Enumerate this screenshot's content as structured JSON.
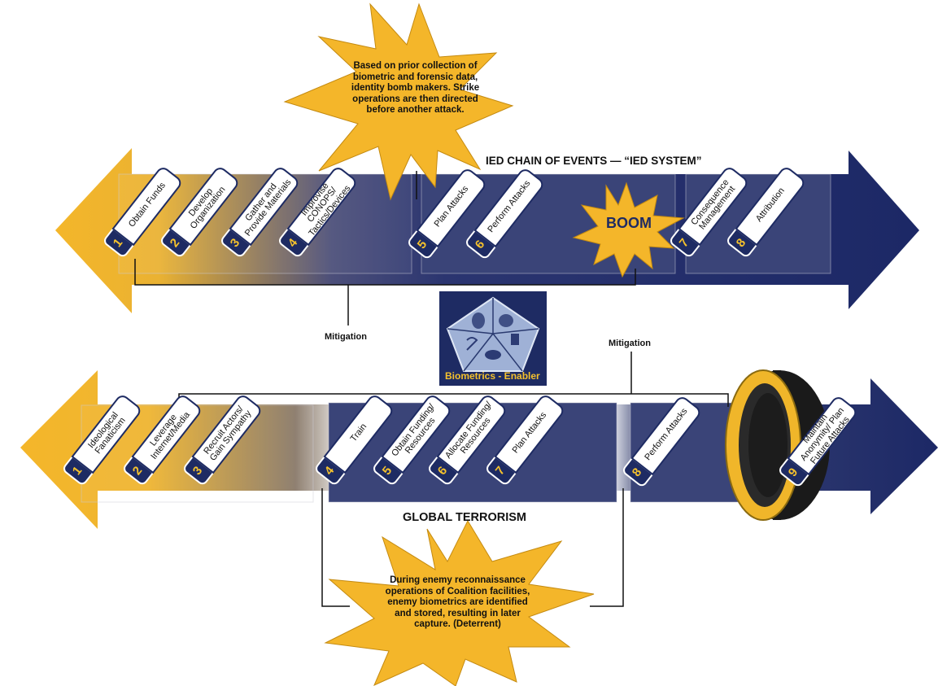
{
  "top_callout": "Based on prior collection of biometric and forensic data, identity bomb makers. Strike operations are then directed before another attack.",
  "ied_title": "IED CHAIN OF EVENTS — “IED SYSTEM”",
  "boom": "BOOM",
  "mitigation_left": "Mitigation",
  "mitigation_right": "Mitigation",
  "center_badge": "Biometrics - Enabler",
  "global_title": "GLOBAL TERRORISM",
  "bottom_callout": "During enemy reconnaissance operations of Coalition facilities, enemy biometrics are identified and stored, resulting in later capture. (Deterrent)",
  "ied_steps": [
    {
      "num": "1",
      "label": "Obtain Funds"
    },
    {
      "num": "2",
      "label": "Develop Organization"
    },
    {
      "num": "3",
      "label": "Gather and Provide Materials"
    },
    {
      "num": "4",
      "label": "Improvise CONOPS/ Tactics/Devices"
    },
    {
      "num": "5",
      "label": "Plan Attacks"
    },
    {
      "num": "6",
      "label": "Perform Attacks"
    },
    {
      "num": "7",
      "label": "Consequence Management"
    },
    {
      "num": "8",
      "label": "Attribution"
    }
  ],
  "global_steps": [
    {
      "num": "1",
      "label": "Ideological Fanaticism"
    },
    {
      "num": "2",
      "label": "Leverage Internet/Media"
    },
    {
      "num": "3",
      "label": "Recruit Actors/ Gain Sympathy"
    },
    {
      "num": "4",
      "label": "Train"
    },
    {
      "num": "5",
      "label": "Obtain Funding/ Resources"
    },
    {
      "num": "6",
      "label": "Allocate Funding/ Resources"
    },
    {
      "num": "7",
      "label": "Plan Attacks"
    },
    {
      "num": "8",
      "label": "Perform Attacks"
    },
    {
      "num": "9",
      "label": "Maintain Anonymity/ Plan Future Attacks"
    }
  ],
  "colors": {
    "gold": "#f4b62a",
    "navy": "#1e2b63",
    "panel": "#3a4478"
  }
}
